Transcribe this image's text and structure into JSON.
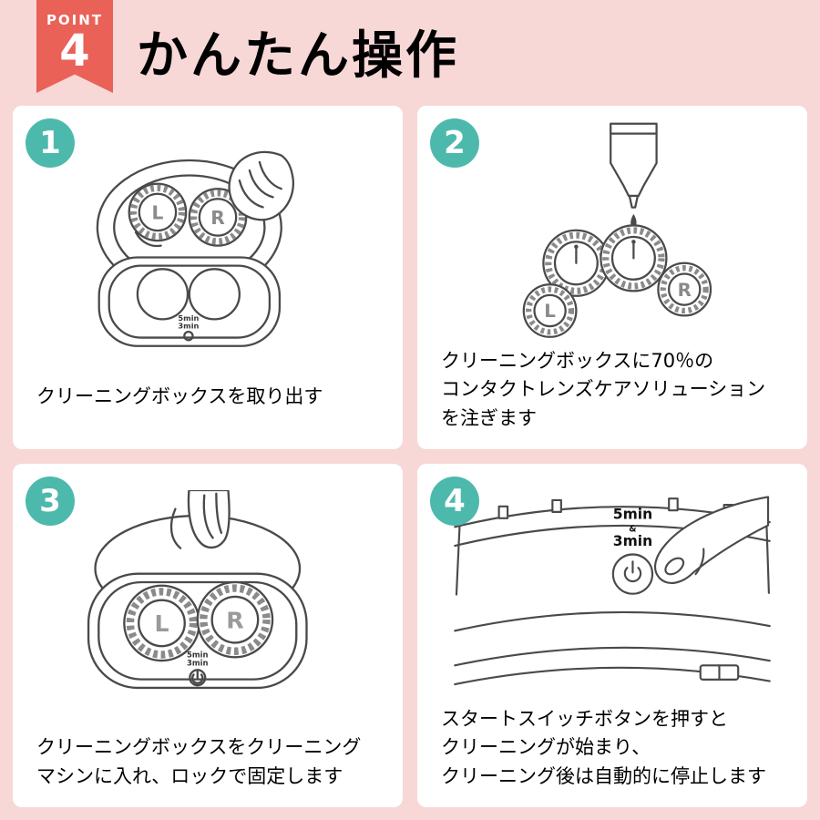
{
  "theme": {
    "background_pink": "#f8d7d7",
    "badge_red": "#e96157",
    "step_teal": "#4db9ad",
    "card_white": "#ffffff",
    "line_gray": "#4a4a4a",
    "text_black": "#111111"
  },
  "header": {
    "point_label": "POINT",
    "point_number": "4",
    "title": "かんたん操作"
  },
  "steps": [
    {
      "number": "1",
      "caption": "クリーニングボックスを取り出す"
    },
    {
      "number": "2",
      "caption": "クリーニングボックスに70％の\nコンタクトレンズケアソリューション\nを注ぎます"
    },
    {
      "number": "3",
      "caption": "クリーニングボックスをクリーニング\nマシンに入れ、ロックで固定します"
    },
    {
      "number": "4",
      "caption": "スタートスイッチボタンを押すと\nクリーニングが始まり、\nクリーニング後は自動的に停止します"
    }
  ],
  "illustrations": {
    "left_cap_label": "L",
    "right_cap_label": "R",
    "timer_top": "5min",
    "timer_amp": "&",
    "timer_bottom": "3min"
  }
}
